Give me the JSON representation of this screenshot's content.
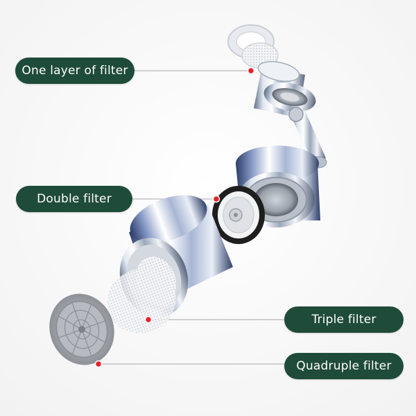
{
  "labels": {
    "one_layer": "One layer of filter",
    "double": "Double filter",
    "triple": "Triple filter",
    "quadruple": "Quadruple filter"
  },
  "colors": {
    "pill_background": "#1f4b3a",
    "pill_text": "#ffffff",
    "leader_line": "#b9b9b9",
    "marker_dot": "#e8202a"
  }
}
